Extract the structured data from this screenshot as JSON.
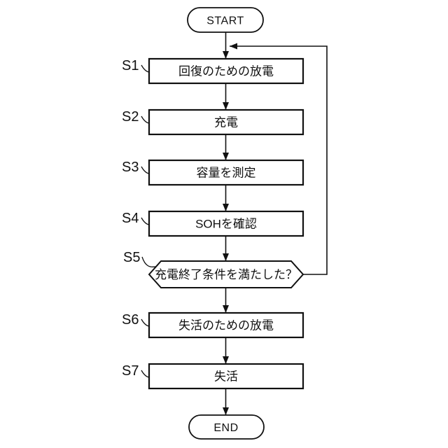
{
  "figure": {
    "type": "flowchart",
    "background_color": "#ffffff",
    "line_color": "#111111",
    "shape_fill": "#ffffff",
    "terminals": {
      "start": "START",
      "end": "END"
    },
    "steps": [
      {
        "id": "S1",
        "label": "回復のための放電",
        "shape": "process"
      },
      {
        "id": "S2",
        "label": "充電",
        "shape": "process"
      },
      {
        "id": "S3",
        "label": "容量を測定",
        "shape": "process"
      },
      {
        "id": "S4",
        "label": "SOHを確認",
        "shape": "process"
      },
      {
        "id": "S5",
        "label": "充電終了条件を満たした？",
        "shape": "decision"
      },
      {
        "id": "S6",
        "label": "失活のための放電",
        "shape": "process"
      },
      {
        "id": "S7",
        "label": "失活",
        "shape": "process"
      }
    ],
    "edges": [
      "START -> S1",
      "S1 -> S2",
      "S2 -> S3",
      "S3 -> S4",
      "S4 -> S5",
      "S5 -> S6",
      "S5 -> (loop back above S1)",
      "S6 -> S7",
      "S7 -> END"
    ]
  }
}
